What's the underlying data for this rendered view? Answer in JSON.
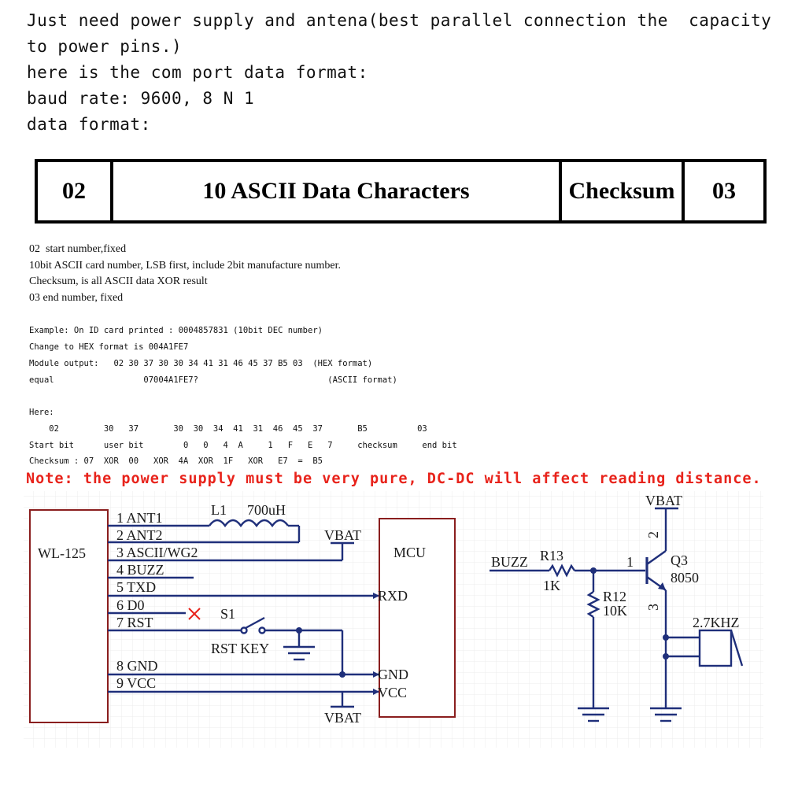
{
  "intro": {
    "line1": "Just need power supply and antena(best parallel connection the  capacity",
    "line2": "to power pins.)",
    "line3": "here is the com port data format:",
    "line4": "baud rate: 9600, 8 N 1",
    "line5": "data format:"
  },
  "frame": {
    "start": "02",
    "data": "10 ASCII Data Characters",
    "checksum": "Checksum",
    "end": "03"
  },
  "notes": [
    "02  start number,fixed",
    "10bit ASCII card number, LSB first, include 2bit manufacture number.",
    "Checksum, is all ASCII data XOR result",
    "03 end number, fixed"
  ],
  "example": {
    "line1": "Example: On ID card printed : 0004857831 (10bit DEC number)",
    "line2": "Change to HEX format is 004A1FE7",
    "line3": "Module output:   02 30 37 30 30 34 41 31 46 45 37 B5 03  (HEX format)",
    "line4": "equal                  07004A1FE7?                          (ASCII format)",
    "line5": "Here:",
    "line6": "    02         30   37       30  30  34  41  31  46  45  37       B5          03",
    "line7": "Start bit      user bit        0   0   4  A     1   F   E   7     checksum     end bit",
    "line8": "Checksum : 07  XOR  00   XOR  4A  XOR  1F   XOR   E7  =  B5"
  },
  "warning": "Note: the power supply must be very pure, DC-DC will affect reading distance.",
  "schematic": {
    "module": "WL-125",
    "pins": [
      "1 ANT1",
      "2 ANT2",
      "3 ASCII/WG2",
      "4 BUZZ",
      "5 TXD",
      "6 D0",
      "7 RST",
      "8 GND",
      "9 VCC"
    ],
    "inductor": "L1",
    "inductance": "700uH",
    "vbat": "VBAT",
    "switch": "S1",
    "switch_label": "RST KEY",
    "mcu": "MCU",
    "mcu_rxd": "RXD",
    "mcu_gnd": "GND",
    "mcu_vcc": "VCC",
    "buzz": "BUZZ",
    "r13": "R13",
    "r13_value": "1K",
    "r12": "R12",
    "r12_value": "10K",
    "q3": "Q3",
    "q3_type": "8050",
    "pin1": "1",
    "pin2": "2",
    "pin3": "3",
    "buzzer": "2.7KHZ"
  }
}
